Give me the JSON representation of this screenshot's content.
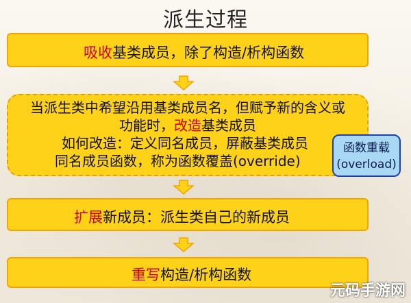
{
  "title": "派生过程",
  "step1": {
    "highlight": "吸收",
    "text": "基类成员，除了构造/析构函数"
  },
  "step2": {
    "line1": "当派生类中希望沿用基类成员名，但赋予新的含义或",
    "line2_pre": "功能时，",
    "line2_highlight": "改造",
    "line2_post": "基类成员",
    "line3": "如何改造：定义同名成员，屏蔽基类成员",
    "line4": "同名成员函数，称为函数覆盖(override)"
  },
  "step3": {
    "highlight": "扩展",
    "text": "新成员：派生类自己的新成员"
  },
  "step4": {
    "highlight": "重写",
    "text": "构造/析构函数"
  },
  "side_note": {
    "line1": "函数重载",
    "line2": "(overload)"
  },
  "watermark": "元码手游网",
  "colors": {
    "box_fill": "#ffd21a",
    "box_border": "#f2a400",
    "highlight": "#d40000",
    "note_fill": "#a9d8f5",
    "note_border": "#1b3fb3"
  }
}
